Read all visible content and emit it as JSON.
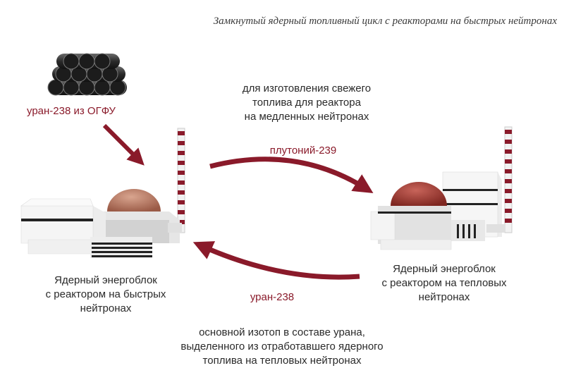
{
  "title": "Замкнутый ядерный топливный цикл с реакторами на быстрых нейтронах",
  "source_label": "уран-238 из ОГФУ",
  "top_note": [
    "для изготовления свежего",
    "топлива для реактора",
    "на медленных нейтронах"
  ],
  "arrow_top_label": "плутоний-239",
  "arrow_bottom_label": "уран-238",
  "left_unit": [
    "Ядерный энергоблок",
    "с реактором на быстрых",
    "нейтронах"
  ],
  "right_unit": [
    "Ядерный энергоблок",
    "с реактором на тепловых",
    "нейтронах"
  ],
  "bottom_note": [
    "основной изотоп в составе урана,",
    "выделенного из отработавшего ядерного",
    "топлива на тепловых нейтронах"
  ],
  "colors": {
    "accent": "#8a1a2a",
    "dome_fast": "#b3735f",
    "dome_thermal": "#9e3b33",
    "text": "#2a2a2a"
  }
}
